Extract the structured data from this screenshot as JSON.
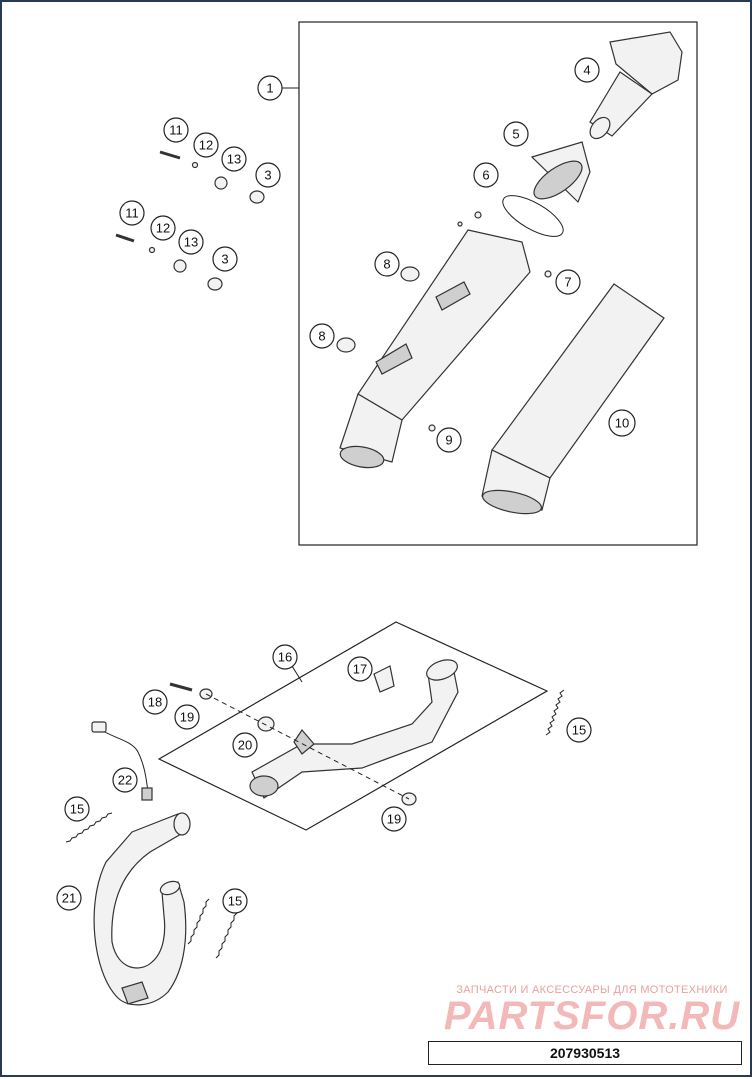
{
  "callouts": {
    "c1": "1",
    "c3a": "3",
    "c3b": "3",
    "c4": "4",
    "c5": "5",
    "c6": "6",
    "c7": "7",
    "c8a": "8",
    "c8b": "8",
    "c9": "9",
    "c10": "10",
    "c11a": "11",
    "c11b": "11",
    "c12a": "12",
    "c12b": "12",
    "c13a": "13",
    "c13b": "13",
    "c15a": "15",
    "c15b": "15",
    "c15c": "15",
    "c16": "16",
    "c17": "17",
    "c18": "18",
    "c19a": "19",
    "c19b": "19",
    "c20": "20",
    "c21": "21",
    "c22": "22"
  },
  "watermark": {
    "top": "ЗАПЧАСТИ И АКСЕССУАРЫ ДЛЯ МОТОТЕХНИКИ",
    "logo": "PARTSFOR.RU"
  },
  "diagram_code": "207930513"
}
